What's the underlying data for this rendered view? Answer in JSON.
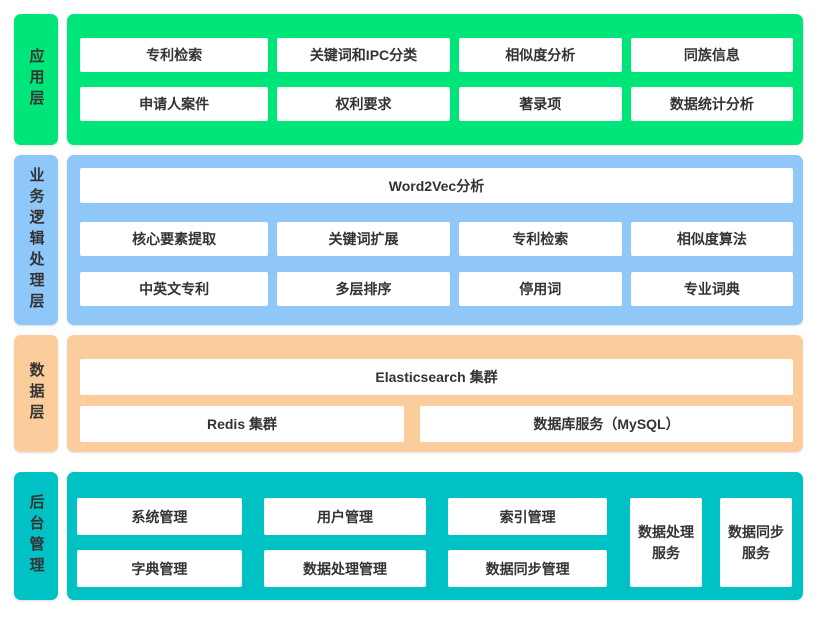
{
  "colors": {
    "app_green": "#00e57a",
    "logic_blue": "#8fc7f8",
    "data_orange": "#fbcd9d",
    "admin_teal": "#00c2c4",
    "text": "#333333",
    "box_bg": "#ffffff"
  },
  "app_layer": {
    "label": "应用层",
    "boxes": [
      "专利检索",
      "关键词和IPC分类",
      "相似度分析",
      "同族信息",
      "申请人案件",
      "权利要求",
      "著录项",
      "数据统计分析"
    ]
  },
  "logic_layer": {
    "label": "业务逻辑处理层",
    "full_box": "Word2Vec分析",
    "boxes": [
      "核心要素提取",
      "关键词扩展",
      "专利检索",
      "相似度算法",
      "中英文专利",
      "多层排序",
      "停用词",
      "专业词典"
    ]
  },
  "data_layer": {
    "label": "数据层",
    "full_box": "Elasticsearch 集群",
    "boxes": [
      "Redis 集群",
      "数据库服务（MySQL）"
    ]
  },
  "admin_layer": {
    "label": "后台管理",
    "boxes": [
      "系统管理",
      "用户管理",
      "索引管理",
      "字典管理",
      "数据处理管理",
      "数据同步管理"
    ],
    "tall_boxes": [
      "数据处理服务",
      "数据同步服务"
    ]
  }
}
